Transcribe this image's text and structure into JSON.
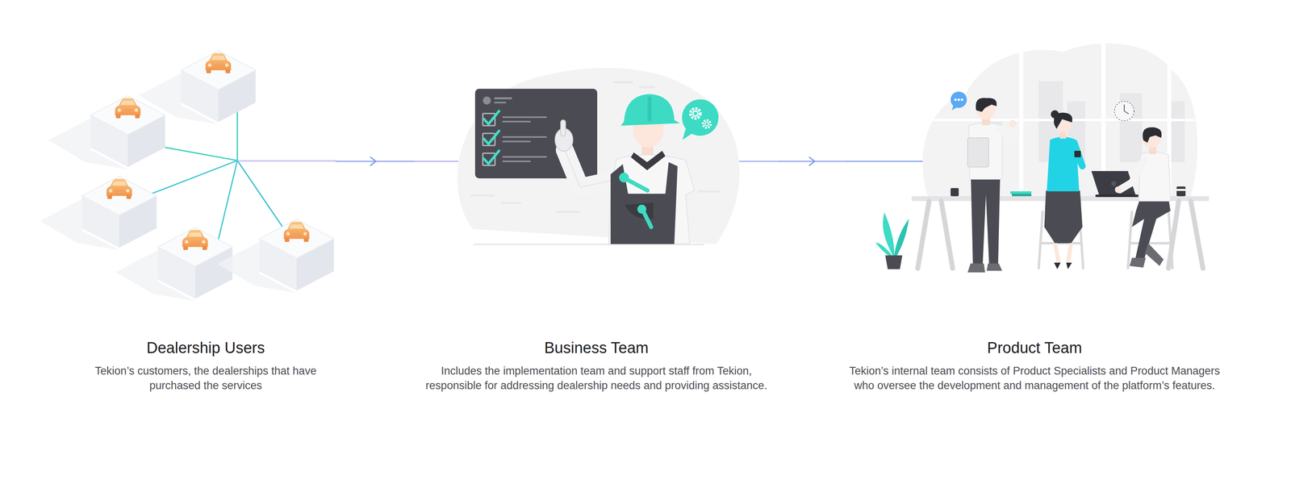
{
  "diagram": {
    "nodes": [
      {
        "text": [
          "Dealership Users",
          "Tekion’s customers, the dealerships that have purchased the services"
        ]
      },
      {
        "text": [
          "Business Team",
          "Includes the implementation team and support staff from Tekion, responsible for addressing dealership needs and providing assistance."
        ]
      },
      {
        "text": [
          "Product Team",
          "Tekion’s internal team consists of Product Specialists and Product Managers who oversee the development and management of the platform’s features."
        ]
      }
    ],
    "edges": [
      {
        "from": 0,
        "to": 1,
        "arrow": "to"
      },
      {
        "from": 1,
        "to": 2,
        "arrow": "to"
      }
    ]
  }
}
